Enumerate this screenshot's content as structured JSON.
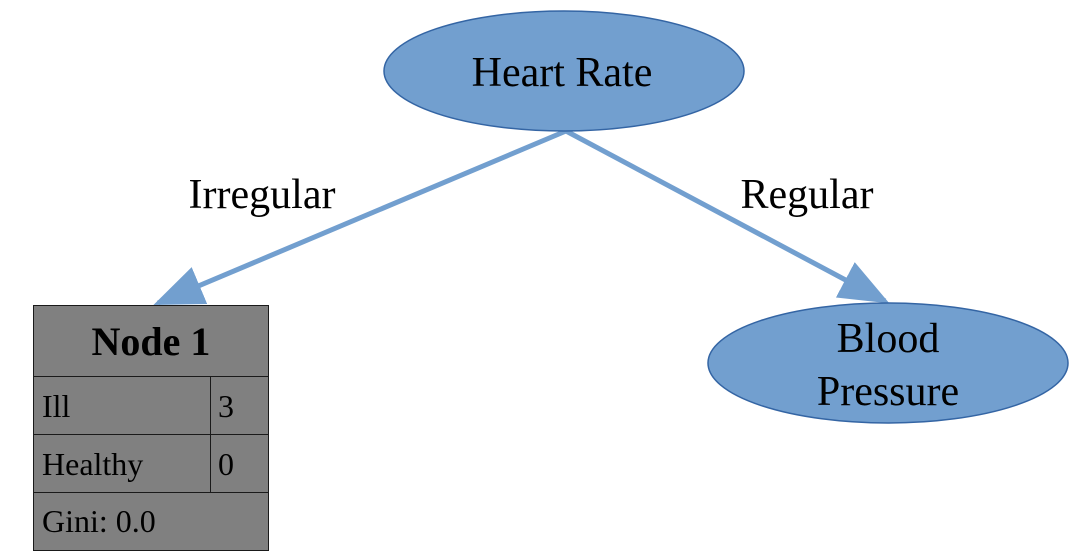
{
  "colors": {
    "decision_node_fill": "#729fcf",
    "decision_node_stroke": "#3465a4",
    "edge_color": "#729fcf",
    "leaf_fill": "#808080"
  },
  "root": {
    "label": "Heart Rate"
  },
  "edges": [
    {
      "label": "Irregular"
    },
    {
      "label": "Regular"
    }
  ],
  "right_node": {
    "label_line1": "Blood",
    "label_line2": "Pressure"
  },
  "leaf": {
    "title": "Node 1",
    "rows": [
      {
        "label": "Ill",
        "value": "3"
      },
      {
        "label": "Healthy",
        "value": "0"
      }
    ],
    "gini": "Gini: 0.0"
  }
}
